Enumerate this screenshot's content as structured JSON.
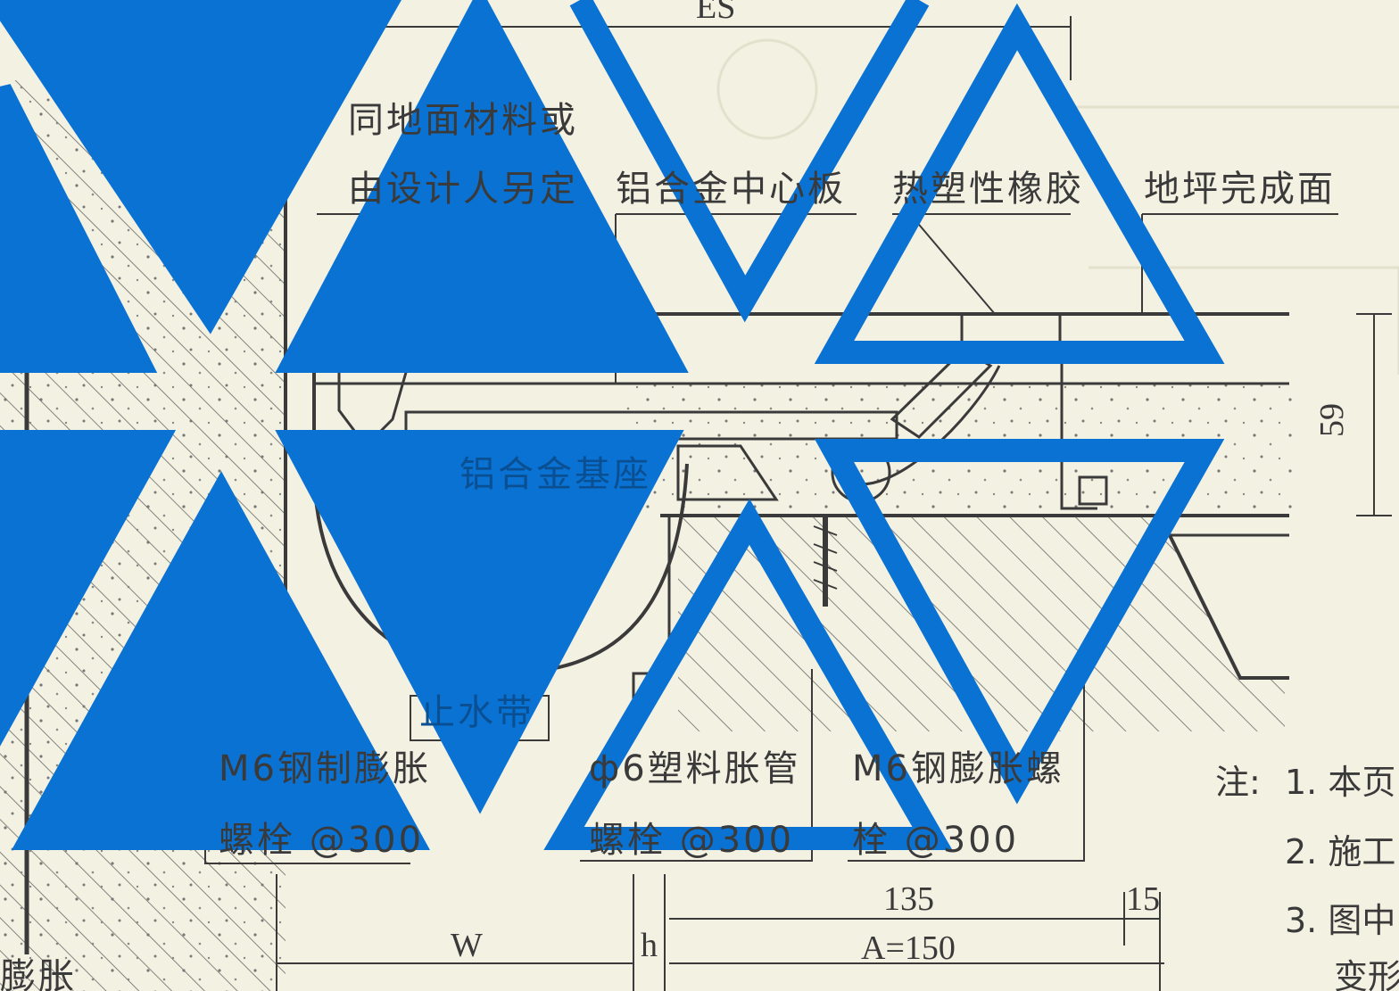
{
  "labels": {
    "floor_material_1": "同地面材料或",
    "floor_material_2": "由设计人另定",
    "center_plate": "铝合金中心板",
    "rubber": "热塑性橡胶",
    "floor_finish": "地坪完成面",
    "base_frame": "铝合金基座",
    "waterstop": "止水带",
    "bolt_left_1": "M6钢制膨胀",
    "bolt_left_2": "螺栓 @300",
    "plastic_tube_1": "ф6塑料胀管",
    "plastic_tube_2": "螺栓 @300",
    "bolt_right_1": "M6钢膨胀螺",
    "bolt_right_2": "栓 @300",
    "bottom_left": "膨胀"
  },
  "dimensions": {
    "es": "ES",
    "height": "59",
    "w": "W",
    "h": "h",
    "d135": "135",
    "d15": "15",
    "a150": "A=150"
  },
  "notes": {
    "prefix": "注:",
    "n1": "1. 本页",
    "n2": "2. 施工",
    "n3": "3. 图中",
    "n3b": "变形"
  },
  "colors": {
    "overlay_blue": "#0a72d2",
    "line": "#3a3a3a",
    "paper": "#f3f1e2"
  }
}
